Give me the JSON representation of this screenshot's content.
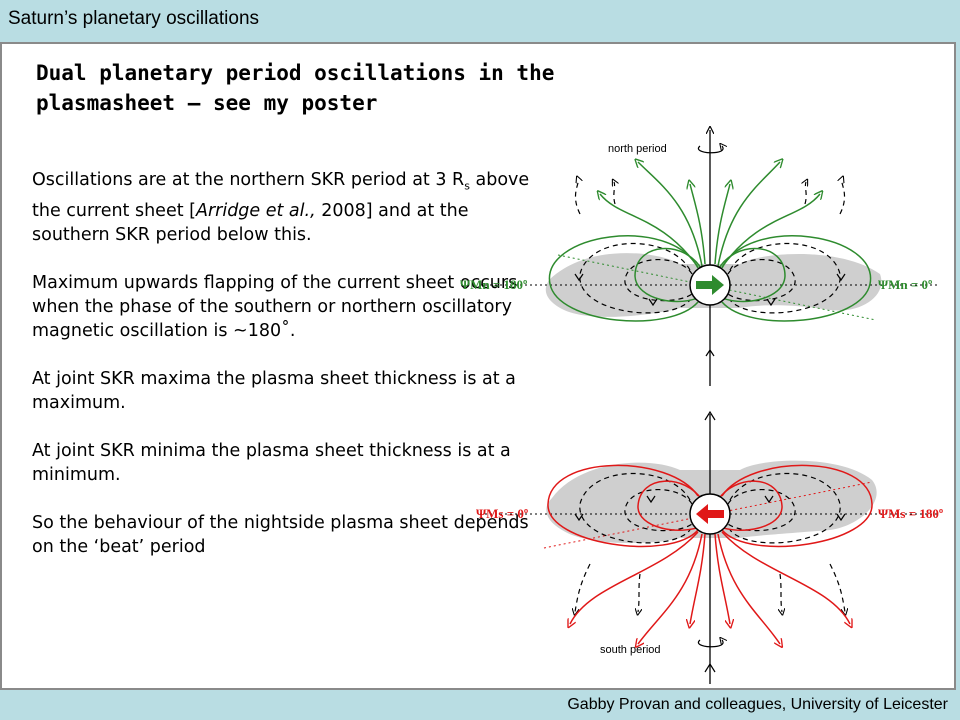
{
  "header": {
    "title": "Saturn’s planetary oscillations"
  },
  "footer": {
    "credit": "Gabby Provan and colleagues, University of Leicester"
  },
  "main": {
    "heading": "Dual planetary period oscillations in the plasmasheet – see my poster",
    "paragraph1": {
      "t1": "Oscillations are at the northern SKR period at 3 R",
      "sub": "s",
      "t2": " above the current sheet [",
      "ital": "Arridge et al.,",
      "t3": " 2008] and at the southern SKR period below this."
    },
    "paragraph2": "Maximum upwards flapping of the current sheet occurs when the phase of the southern or northern oscillatory magnetic oscillation is ~180˚.",
    "paragraph3": "At joint  SKR maxima the plasma sheet thickness is at a maximum.",
    "paragraph4": "At joint  SKR minima the plasma sheet thickness is at a minimum.",
    "paragraph5": "So the behaviour of the nightside plasma sheet depends on the ‘beat’ period"
  },
  "figure": {
    "north_label": "north period",
    "south_label": "south period",
    "north_left_phase": "ΨMn = 180º",
    "north_right_phase": "ΨMn = 0º",
    "south_left_phase": "ΨMs = 0º",
    "south_right_phase": "ΨMs = 180º",
    "colors": {
      "north": "#2e8b2e",
      "south": "#e01818",
      "sheet": "#cfcfcf"
    }
  }
}
